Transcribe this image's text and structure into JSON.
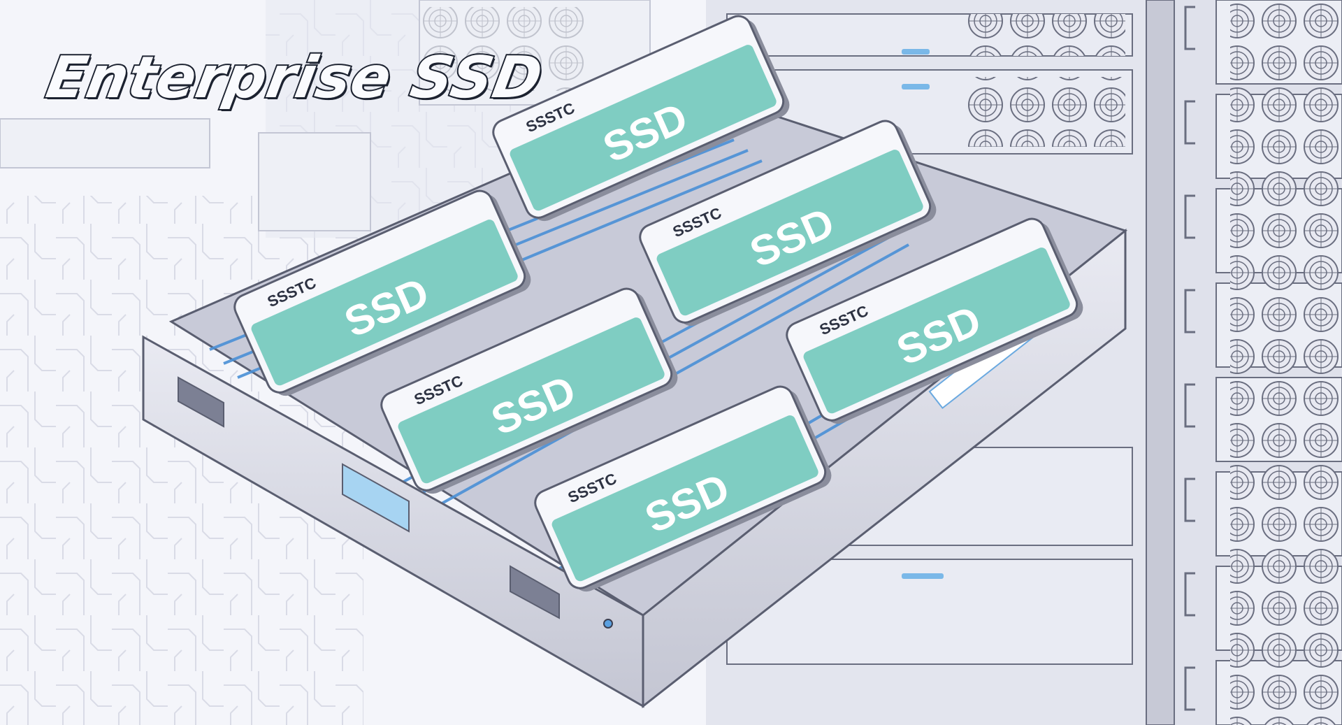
{
  "headline": {
    "text": "Enterprise SSD"
  },
  "drives": [
    {
      "brand": "SSSTC",
      "label": "SSD"
    },
    {
      "brand": "SSSTC",
      "label": "SSD"
    },
    {
      "brand": "SSSTC",
      "label": "SSD"
    },
    {
      "brand": "SSSTC",
      "label": "SSD"
    },
    {
      "brand": "SSSTC",
      "label": "SSD"
    },
    {
      "brand": "SSSTC",
      "label": "SSD"
    }
  ],
  "colors": {
    "background": "#f4f5fa",
    "drive_label": "#7fcdc2",
    "cable": "#4a90d6",
    "rack": "#c9cbd8",
    "outline": "#5a5e70"
  }
}
